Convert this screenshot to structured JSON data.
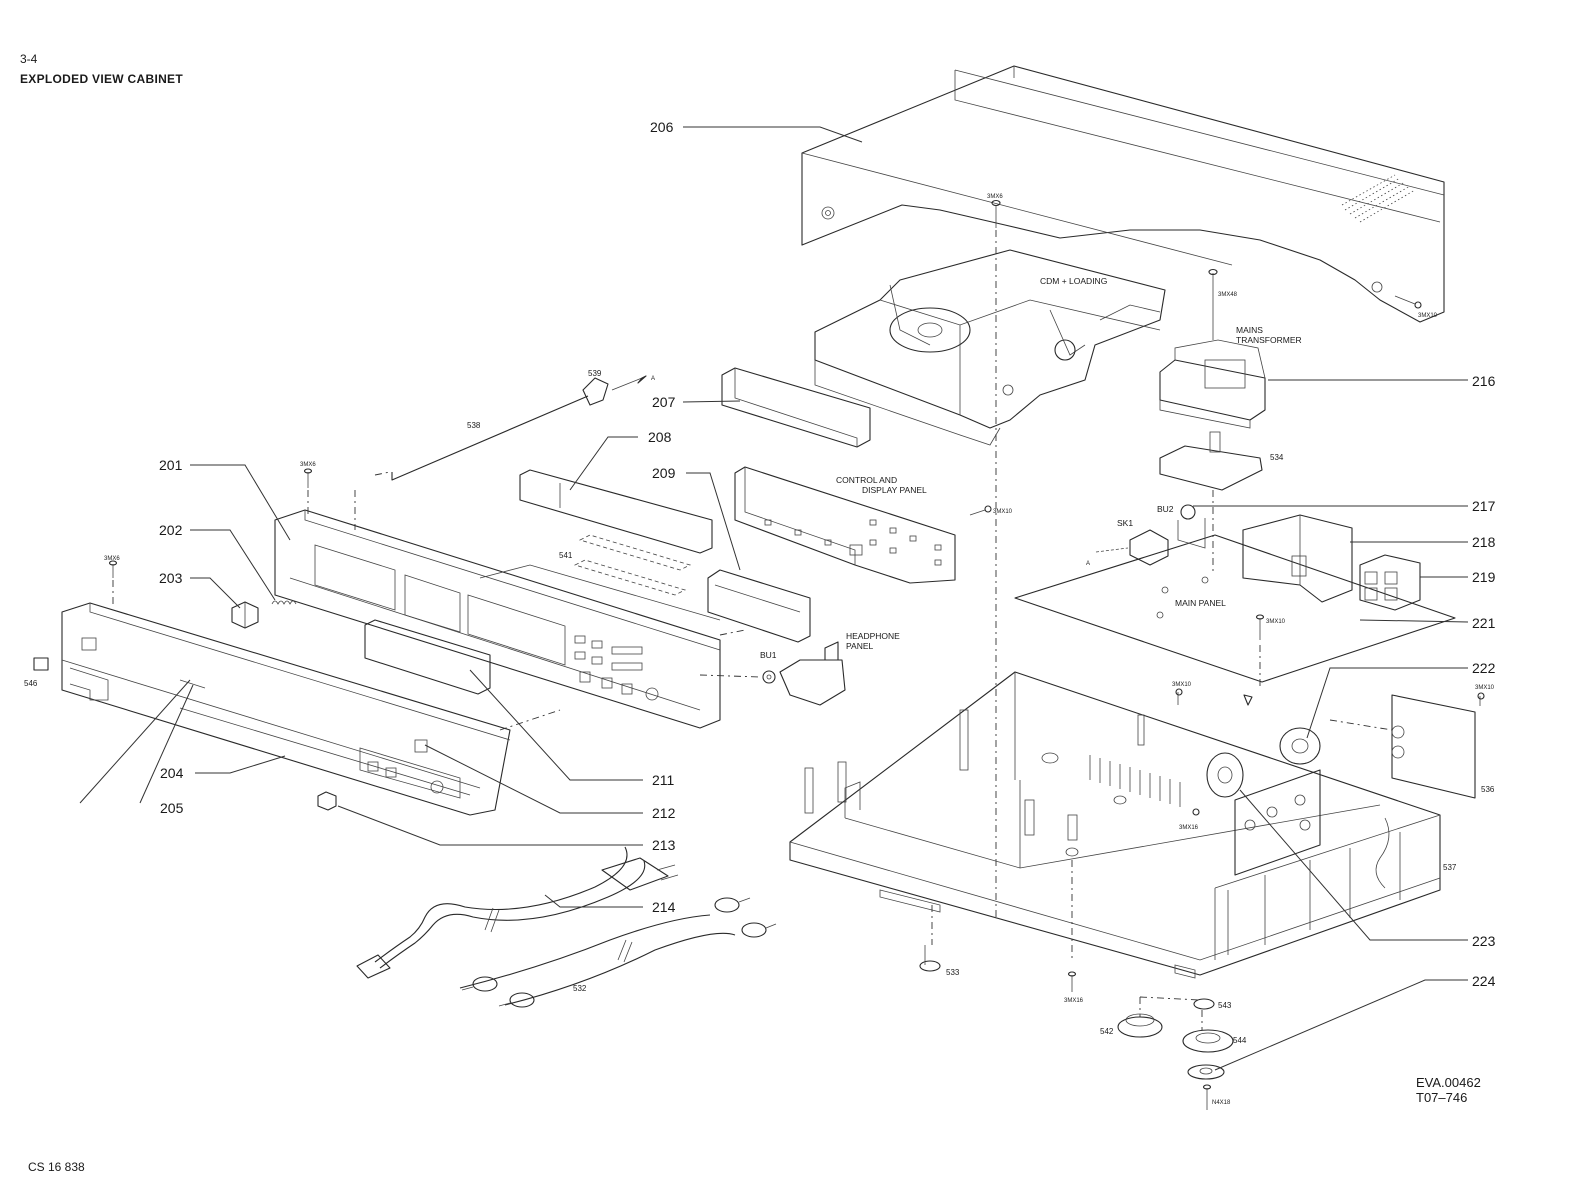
{
  "header": {
    "page_number": "3-4",
    "title": "EXPLODED VIEW CABINET"
  },
  "drawing_codes": [
    "EVA.00462",
    "T07–746"
  ],
  "footer": {
    "code": "CS 16 838"
  },
  "part_labels": {
    "p201": "201",
    "p202": "202",
    "p203": "203",
    "p204": "204",
    "p205": "205",
    "p206": "206",
    "p207": "207",
    "p208": "208",
    "p209": "209",
    "p211": "211",
    "p212": "212",
    "p213": "213",
    "p214": "214",
    "p216": "216",
    "p217": "217",
    "p218": "218",
    "p219": "219",
    "p221": "221",
    "p222": "222",
    "p223": "223",
    "p224": "224"
  },
  "small_labels": {
    "p532": "532",
    "p533": "533",
    "p534": "534",
    "p536": "536",
    "p537": "537",
    "p538": "538",
    "p539": "539",
    "p541": "541",
    "p542": "542",
    "p543": "543",
    "p544": "544",
    "p546": "546"
  },
  "component_labels": {
    "cdm_loading": "CDM + LOADING",
    "mains_transformer_1": "MAINS",
    "mains_transformer_2": "TRANSFORMER",
    "control_display_1": "CONTROL AND",
    "control_display_2": "DISPLAY PANEL",
    "main_panel": "MAIN PANEL",
    "headphone_panel_1": "HEADPHONE",
    "headphone_panel_2": "PANEL",
    "bu1": "BU1",
    "bu2": "BU2",
    "sk1": "SK1",
    "arrow_a_1": "A",
    "arrow_a_2": "A"
  },
  "screw_labels": {
    "s_3mx6_top": "3MX6",
    "s_3mx48": "3MX48",
    "s_3mx10_cover": "3MX10",
    "s_3mx10_panel": "3MX10",
    "s_3mx10_main": "3MX10",
    "s_3mx10_chassis": "3MX10",
    "s_3mx10_right": "3MX10",
    "s_3mx6_front": "3MX6",
    "s_3mx6_left": "3MX6",
    "s_3mx16_a": "3MX16",
    "s_3mx16_b": "3MX16",
    "s_n4x18": "N4X18"
  }
}
